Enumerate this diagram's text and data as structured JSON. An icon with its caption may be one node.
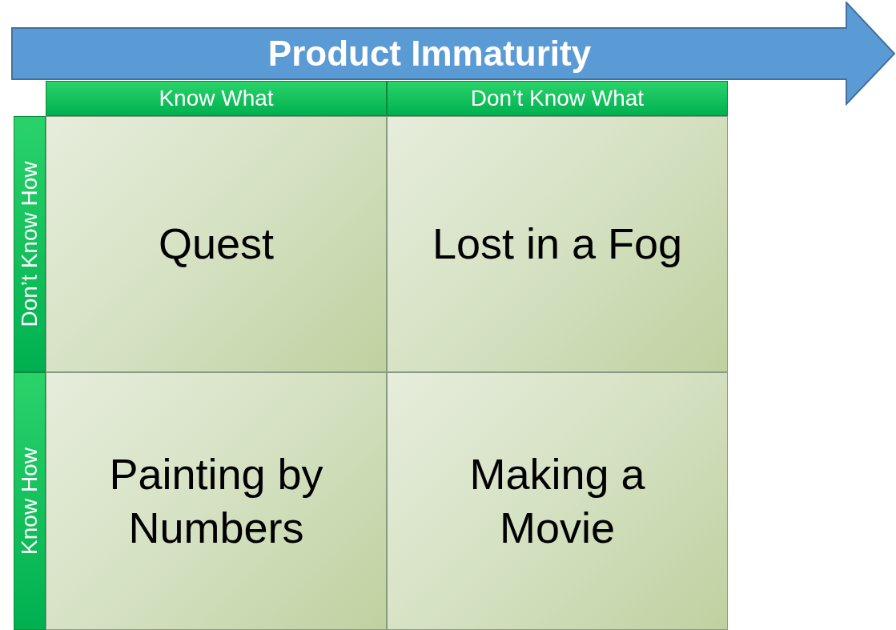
{
  "diagram": {
    "nodes": [
      {
        "text": [
          "Product Immaturity"
        ]
      },
      {
        "text": [
          "Know What"
        ]
      },
      {
        "text": [
          "Don’t Know What"
        ]
      },
      {
        "text": [
          "Don’t Know How"
        ]
      },
      {
        "text": [
          "Quest"
        ]
      },
      {
        "text": [
          "Lost in a Fog"
        ]
      },
      {
        "text": [
          "Know How"
        ]
      },
      {
        "text": [
          "Painting by Numbers"
        ]
      },
      {
        "text": [
          "Making a Movie"
        ]
      }
    ]
  }
}
